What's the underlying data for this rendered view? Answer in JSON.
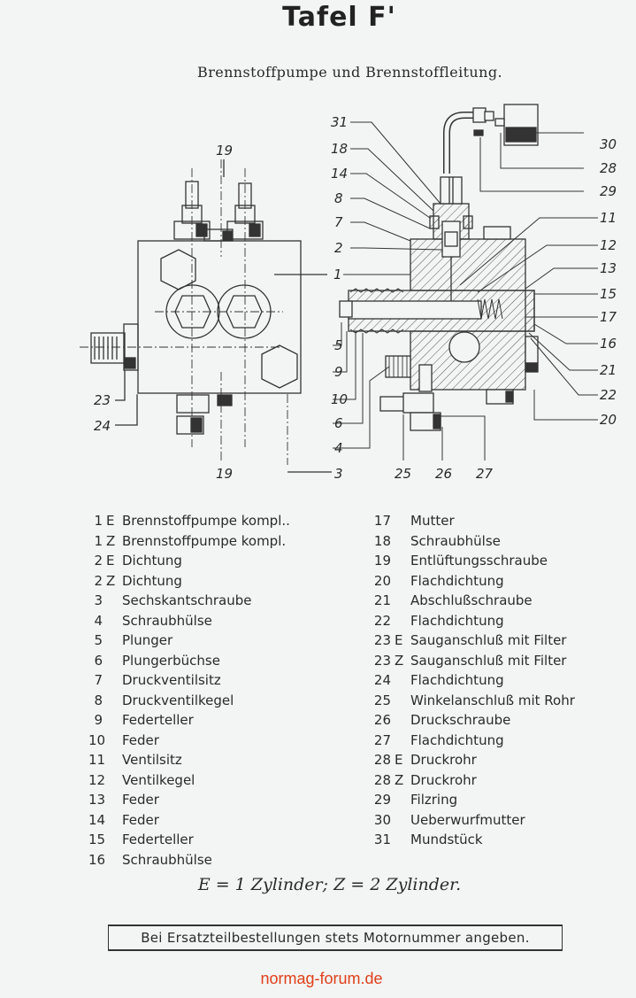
{
  "header": {
    "title": "Tafel F'",
    "subtitle": "Brennstoffpumpe und Brennstoffleitung."
  },
  "diagram": {
    "left_view_labels": [
      "19",
      "1",
      "23",
      "24",
      "19",
      "3"
    ],
    "section_view_labels": {
      "left_side": [
        "31",
        "18",
        "14",
        "8",
        "7",
        "2",
        "5",
        "9",
        "10",
        "6",
        "4"
      ],
      "right_side": [
        "30",
        "28",
        "29",
        "11",
        "12",
        "13",
        "15",
        "17",
        "16",
        "21",
        "22",
        "20"
      ],
      "bottom": [
        "25",
        "26",
        "27"
      ]
    },
    "colors": {
      "ink": "#2a2a2a",
      "hatch": "#555555",
      "dark_part": "#333333"
    }
  },
  "parts": {
    "left": [
      {
        "no": "1",
        "var": "E",
        "name": "Brennstoffpumpe kompl.."
      },
      {
        "no": "1",
        "var": "Z",
        "name": "Brennstoffpumpe kompl."
      },
      {
        "no": "2",
        "var": "E",
        "name": "Dichtung"
      },
      {
        "no": "2",
        "var": "Z",
        "name": "Dichtung"
      },
      {
        "no": "3",
        "var": "",
        "name": "Sechskantschraube"
      },
      {
        "no": "4",
        "var": "",
        "name": "Schraubhülse"
      },
      {
        "no": "5",
        "var": "",
        "name": "Plunger"
      },
      {
        "no": "6",
        "var": "",
        "name": "Plungerbüchse"
      },
      {
        "no": "7",
        "var": "",
        "name": "Druckventilsitz"
      },
      {
        "no": "8",
        "var": "",
        "name": "Druckventilkegel"
      },
      {
        "no": "9",
        "var": "",
        "name": "Federteller"
      },
      {
        "no": "10",
        "var": "",
        "name": "Feder"
      },
      {
        "no": "11",
        "var": "",
        "name": "Ventilsitz"
      },
      {
        "no": "12",
        "var": "",
        "name": "Ventilkegel"
      },
      {
        "no": "13",
        "var": "",
        "name": "Feder"
      },
      {
        "no": "14",
        "var": "",
        "name": "Feder"
      },
      {
        "no": "15",
        "var": "",
        "name": "Federteller"
      },
      {
        "no": "16",
        "var": "",
        "name": "Schraubhülse"
      }
    ],
    "right": [
      {
        "no": "17",
        "var": "",
        "name": "Mutter"
      },
      {
        "no": "18",
        "var": "",
        "name": "Schraubhülse"
      },
      {
        "no": "19",
        "var": "",
        "name": "Entlüftungsschraube"
      },
      {
        "no": "20",
        "var": "",
        "name": "Flachdichtung"
      },
      {
        "no": "21",
        "var": "",
        "name": "Abschlußschraube"
      },
      {
        "no": "22",
        "var": "",
        "name": "Flachdichtung"
      },
      {
        "no": "23",
        "var": "E",
        "name": "Sauganschluß mit Filter"
      },
      {
        "no": "23",
        "var": "Z",
        "name": "Sauganschluß mit Filter"
      },
      {
        "no": "24",
        "var": "",
        "name": "Flachdichtung"
      },
      {
        "no": "25",
        "var": "",
        "name": "Winkelanschluß mit Rohr"
      },
      {
        "no": "26",
        "var": "",
        "name": "Druckschraube"
      },
      {
        "no": "27",
        "var": "",
        "name": "Flachdichtung"
      },
      {
        "no": "28",
        "var": "E",
        "name": "Druckrohr"
      },
      {
        "no": "28",
        "var": "Z",
        "name": "Druckrohr"
      },
      {
        "no": "29",
        "var": "",
        "name": "Filzring"
      },
      {
        "no": "30",
        "var": "",
        "name": "Ueberwurfmutter"
      },
      {
        "no": "31",
        "var": "",
        "name": "Mundstück"
      }
    ]
  },
  "legend": "E = 1 Zylinder; Z = 2 Zylinder.",
  "notice": "Bei Ersatzteilbestellungen stets Motornummer angeben.",
  "watermark": "normag-forum.de"
}
